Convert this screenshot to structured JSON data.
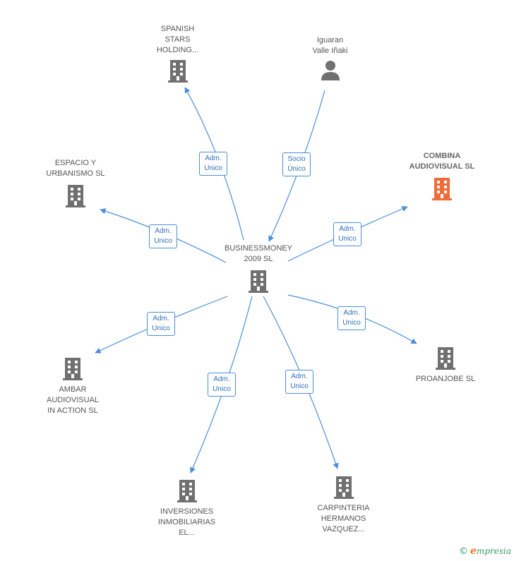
{
  "colors": {
    "building": "#707070",
    "highlight": "#f26a3a",
    "edge": "#4a8fd8",
    "person": "#707070"
  },
  "nodes": {
    "center": {
      "label": "BUSINESSMONEY\n2009 SL",
      "icon": "building-icon"
    },
    "spanish": {
      "label": "SPANISH\nSTARS\nHOLDING...",
      "icon": "building-icon"
    },
    "iguaran": {
      "label": "Iguaran\nValle Iñaki",
      "icon": "person-icon"
    },
    "combina": {
      "label": "COMBINA\nAUDIOVISUAL SL",
      "icon": "building-icon"
    },
    "espacio": {
      "label": "ESPACIO Y\nURBANISMO SL",
      "icon": "building-icon"
    },
    "proanjobe": {
      "label": "PROANJOBE SL",
      "icon": "building-icon"
    },
    "ambar": {
      "label": "AMBAR\nAUDIOVISUAL\nIN ACTION SL",
      "icon": "building-icon"
    },
    "inversiones": {
      "label": "INVERSIONES\nINMOBILIARIAS\nEL...",
      "icon": "building-icon"
    },
    "carpinteria": {
      "label": "CARPINTERIA\nHERMANOS\nVAZQUEZ...",
      "icon": "building-icon"
    }
  },
  "edges": {
    "spanish": "Adm.\nUnico",
    "iguaran": "Socio\nÚnico",
    "combina": "Adm.\nUnico",
    "espacio": "Adm.\nUnico",
    "proanjobe": "Adm.\nUnico",
    "ambar": "Adm.\nUnico",
    "inversiones": "Adm.\nUnico",
    "carpinteria": "Adm.\nUnico"
  },
  "footer": {
    "copyright": "©",
    "brand_e": "e",
    "brand_rest": "mpresia"
  }
}
